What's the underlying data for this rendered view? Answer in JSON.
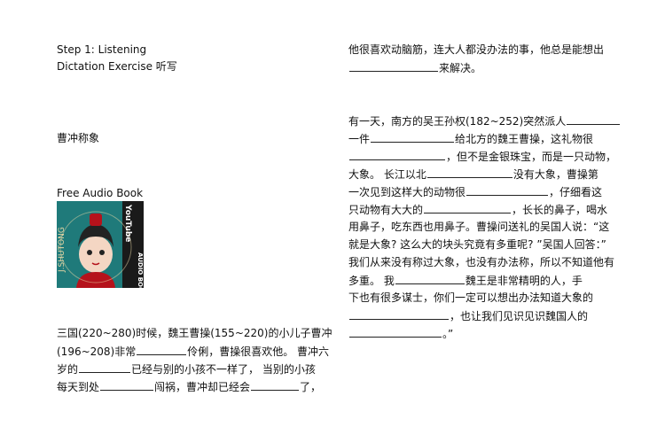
{
  "left": {
    "step_title": "Step 1: Listening",
    "exercise_title": "Dictation Exercise 听写",
    "story_title": "曹冲称象",
    "free_audio_book": "Free Audio Book",
    "logo": {
      "vertical_text_left": "J.SHUTONG",
      "youtube_label": "YouTube",
      "audio_book_label": "AUDIO BOOK",
      "bg_color": "#1f7a7a",
      "accent_color": "#b5121b"
    },
    "paragraph": {
      "l1": "三国(220~280)时候，魏王曹操(155~220)的小儿子曹冲",
      "l2a": "(196~208)非常",
      "l2b": "伶俐，曹操很喜欢他。 曹冲六",
      "l3a": "岁的",
      "l3b": "已经与别的小孩不一样了， 当别的小孩",
      "l4a": "每天到处",
      "l4b": "闯祸，曹冲却已经会",
      "l4c": "了，"
    }
  },
  "right": {
    "p1": {
      "l1": "他很喜欢动脑筋，连大人都没办法的事，他总是能想出",
      "l2b": "来解决。"
    },
    "p2": {
      "l1a": "有一天，南方的吴王孙权(182~252)突然派人",
      "l2a": "一件",
      "l2b": "给北方的魏王曹操，这礼物很",
      "l3b": "，但不是金银珠宝，而是一只动物，",
      "l4a": "大象。 长江以北",
      "l4b": "没有大象，曹操第",
      "l5a": "一次见到这样大的动物很",
      "l5b": "，仔细看这",
      "l6a": "只动物有大大的",
      "l6b": "，长长的鼻子，喝水",
      "l7": "用鼻子，吃东西也用鼻子。曹操问送礼的吴国人说：“这",
      "l8": "就是大象? 这么大的块头究竟有多重呢? ”吴国人回答：”",
      "l9": "我们从来没有称过大象，也没有办法称，所以不知道他有",
      "l10a": "多重。 我",
      "l10b": "魏王是非常精明的人，手",
      "l11": "下也有很多谋士，你们一定可以想出办法知道大象的",
      "l12b": "，也让我们见识见识魏国人的",
      "l13b": "。”"
    }
  }
}
